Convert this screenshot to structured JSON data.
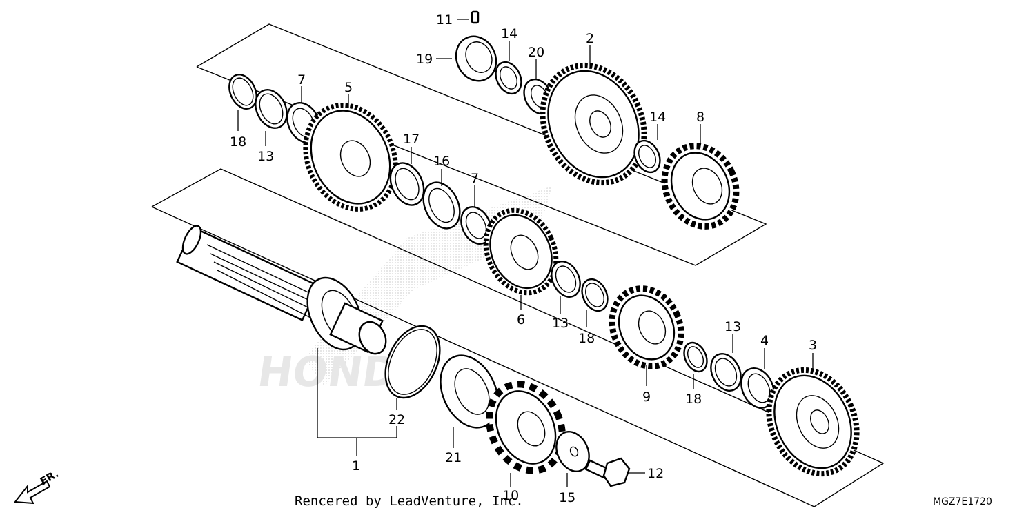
{
  "callouts": [
    {
      "n": "1"
    },
    {
      "n": "2"
    },
    {
      "n": "3"
    },
    {
      "n": "4"
    },
    {
      "n": "5"
    },
    {
      "n": "6"
    },
    {
      "n": "7"
    },
    {
      "n": "7"
    },
    {
      "n": "8"
    },
    {
      "n": "9"
    },
    {
      "n": "10"
    },
    {
      "n": "11"
    },
    {
      "n": "12"
    },
    {
      "n": "13"
    },
    {
      "n": "13"
    },
    {
      "n": "13"
    },
    {
      "n": "14"
    },
    {
      "n": "14"
    },
    {
      "n": "15"
    },
    {
      "n": "16"
    },
    {
      "n": "17"
    },
    {
      "n": "18"
    },
    {
      "n": "18"
    },
    {
      "n": "18"
    },
    {
      "n": "19"
    },
    {
      "n": "20"
    },
    {
      "n": "21"
    },
    {
      "n": "22"
    }
  ],
  "footer": {
    "credit": "Rencered by LeadVenture, Inc.",
    "diagram_code": "MGZ7E1720"
  },
  "direction": {
    "label": "FR."
  },
  "watermark": {
    "text": "HONDA"
  }
}
